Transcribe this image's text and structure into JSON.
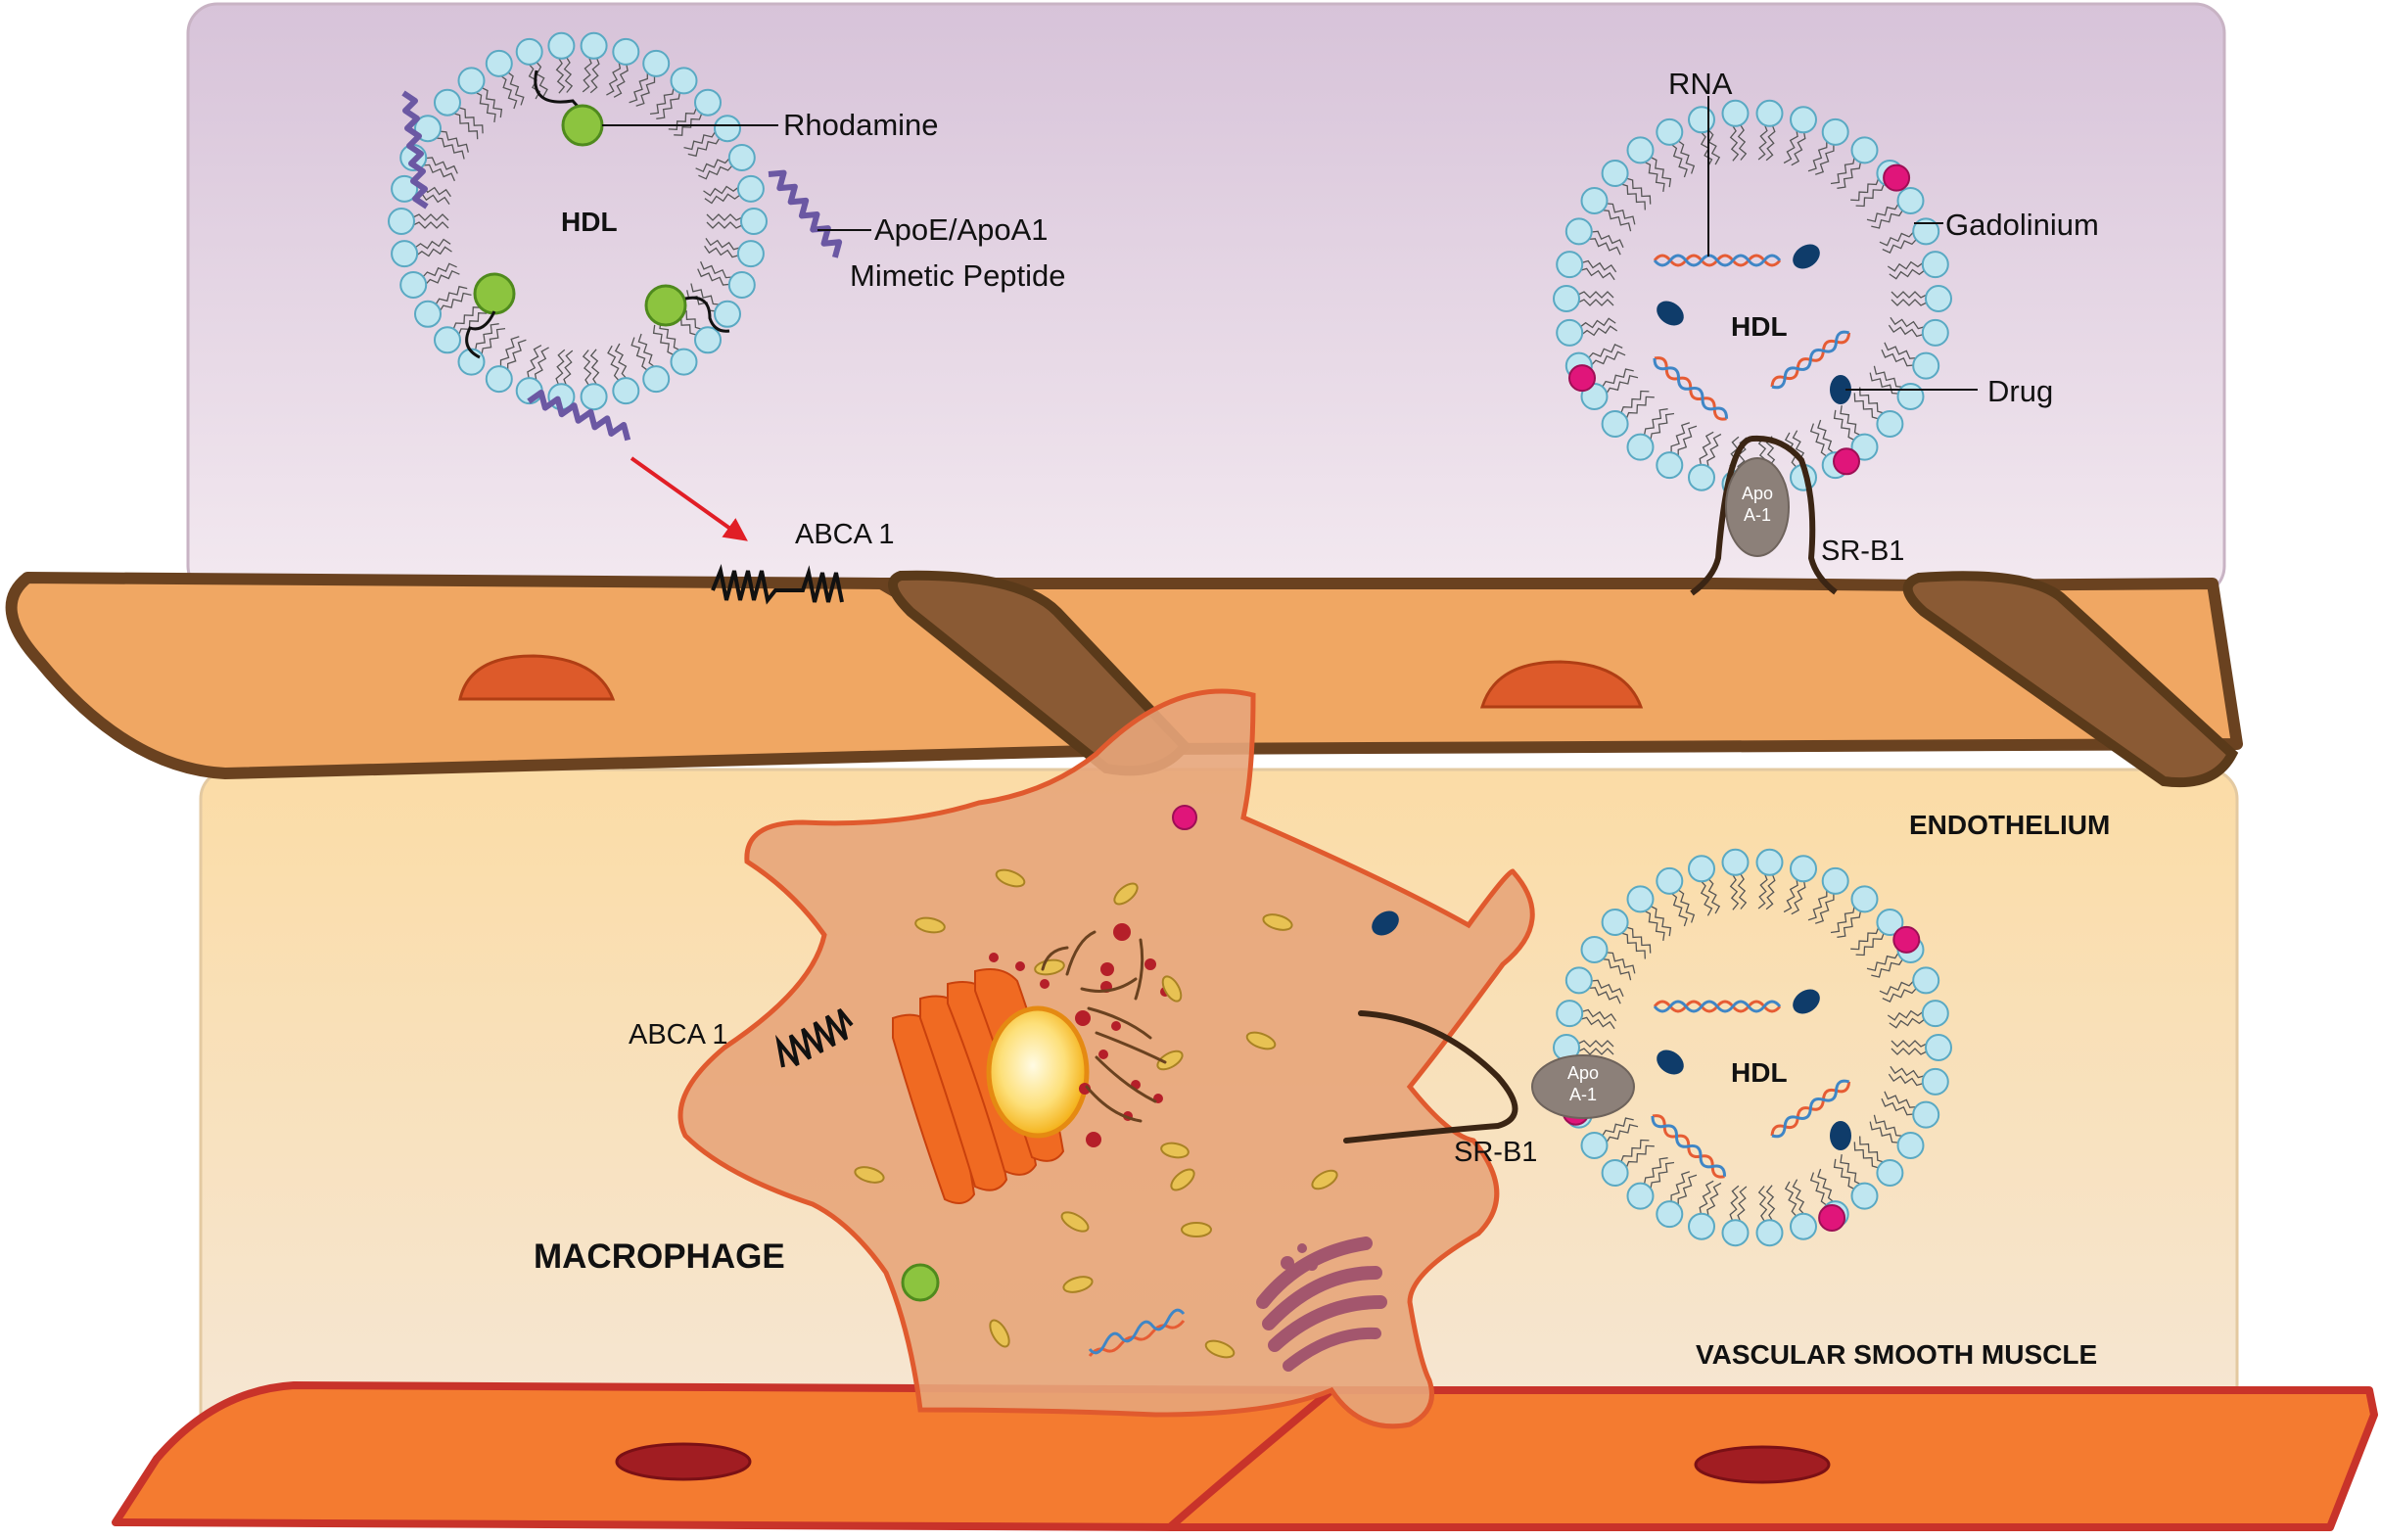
{
  "labels": {
    "hdl_top_left": "HDL",
    "rhodamine": "Rhodamine",
    "apo_mimetic_line1": "ApoE/ApoA1",
    "apo_mimetic_line2": "Mimetic Peptide",
    "abca1_top": "ABCA 1",
    "rna": "RNA",
    "gadolinium": "Gadolinium",
    "hdl_top_right": "HDL",
    "drug": "Drug",
    "apo_a1_top_line1": "Apo",
    "apo_a1_top_line2": "A-1",
    "srb1_top": "SR-B1",
    "endothelium": "ENDOTHELIUM",
    "abca1_macrophage": "ABCA 1",
    "macrophage": "MACROPHAGE",
    "apo_a1_bottom_line1": "Apo",
    "apo_a1_bottom_line2": "A-1",
    "srb1_bottom": "SR-B1",
    "hdl_bottom_right": "HDL",
    "vascular_smooth_muscle": "VASCULAR SMOOTH MUSCLE"
  },
  "colors": {
    "lumen_top": "#d7c3d9",
    "lumen_bottom": "#f3e9f0",
    "smooth_muscle_top": "#fbdca6",
    "smooth_muscle_bottom": "#f5e7d7",
    "endothelial_cell": "#f0a763",
    "endothelial_outline": "#6a4220",
    "junction": "#8a5a34",
    "endothelial_nucleus": "#dd5a2a",
    "muscle_cell": "#f47b30",
    "muscle_outline": "#c8332a",
    "muscle_nucleus": "#a11d22",
    "macrophage_fill": "#e7a57a",
    "macrophage_outline": "#e05a2e",
    "phospholipid_head": "#bfe6f0",
    "head_outline": "#5aa9c3",
    "rhodamine": "#8cc43f",
    "gadolinium": "#e0157a",
    "drug": "#0f3c6a",
    "peptide": "#6b58a3",
    "apo_a1": "#8c8079",
    "red_arrow": "#e11e26",
    "rna_strand_1": "#e65c34",
    "rna_strand_2": "#3f86c6"
  }
}
